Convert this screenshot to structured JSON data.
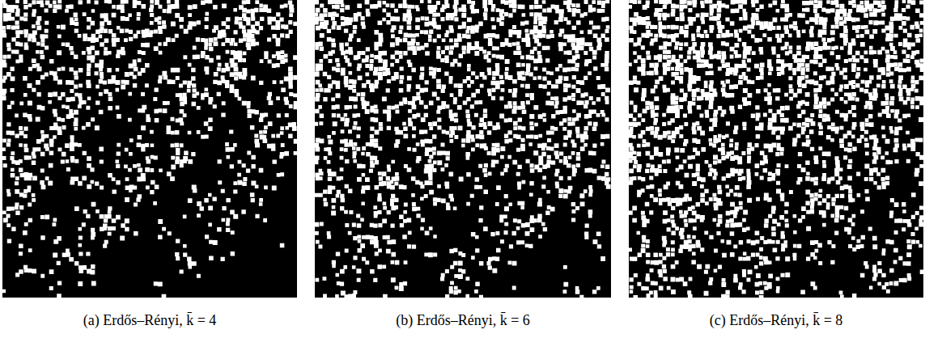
{
  "diagram": {
    "labels": [
      "(a) Erdős–Rényi, k̄ = 4",
      "(b) Erdős–Rényi, k̄ = 6",
      "(c) Erdős–Rényi, k̄ = 8"
    ]
  }
}
